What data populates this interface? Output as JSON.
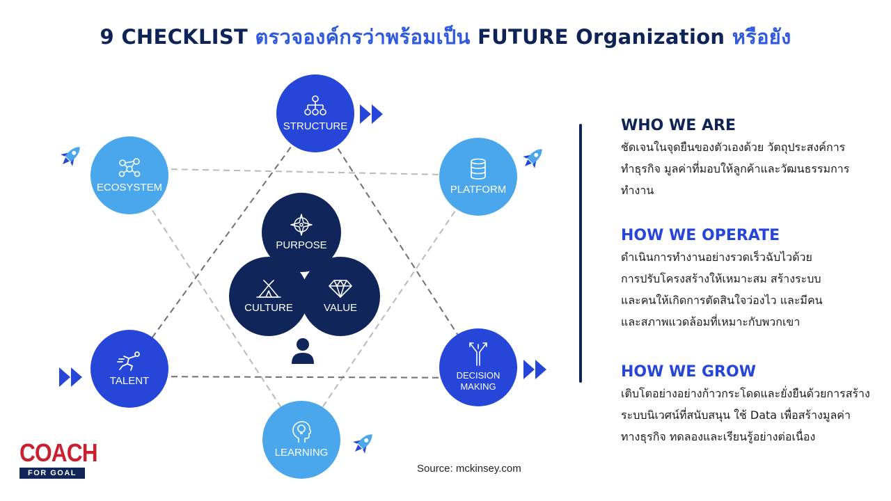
{
  "title": {
    "part1": "9 CHECKLIST",
    "part2": "ตรวจองค์กรว่าพร้อมเป็น",
    "part3": "FUTURE Organization",
    "part4": "หรือยัง"
  },
  "nodes": {
    "structure": "STRUCTURE",
    "ecosystem": "ECOSYSTEM",
    "platform": "PLATFORM",
    "talent": "TALENT",
    "decision_making_line1": "DECISION",
    "decision_making_line2": "MAKING",
    "learning": "LEARNING",
    "purpose": "PURPOSE",
    "culture": "CULTURE",
    "value": "VALUE"
  },
  "sections": [
    {
      "heading": "WHO WE ARE",
      "body": "ชัดเจนในจุดยืนของตัวเองด้วย วัตถุประสงค์การ\nทำธุรกิจ มูลค่าที่มอบให้ลูกค้าและวัฒนธรรมการ\nทำงาน"
    },
    {
      "heading": "HOW WE OPERATE",
      "body": "ดำเนินการทำงานอย่างรวดเร็วฉับไวด้วย\nการปรับโครงสร้างให้เหมาะสม สร้างระบบ\nและคนให้เกิดการตัดสินใจว่องไว และมีคน\nและสภาพแวดล้อมที่เหมาะกับพวกเขา"
    },
    {
      "heading": "HOW WE GROW",
      "body": "เติบโตอย่างอย่างก้าวกระโดดและยั่งยืนด้วยการสร้าง\nระบบนิเวศน์ที่สนับสนุน ใช้ Data เพื่อสร้างมูลค่า\nทางธุรกิจ ทดลองและเรียนรู้อย่างต่อเนื่อง"
    }
  ],
  "source": "Source: mckinsey.com",
  "logo": {
    "brand": "COACH",
    "tagline": "FOR GOAL"
  },
  "colors": {
    "navy": "#10255a",
    "royal": "#2546d8",
    "light": "#4aa7ec",
    "title_blue": "#2f5ae0",
    "logo_red": "#c8202f"
  }
}
